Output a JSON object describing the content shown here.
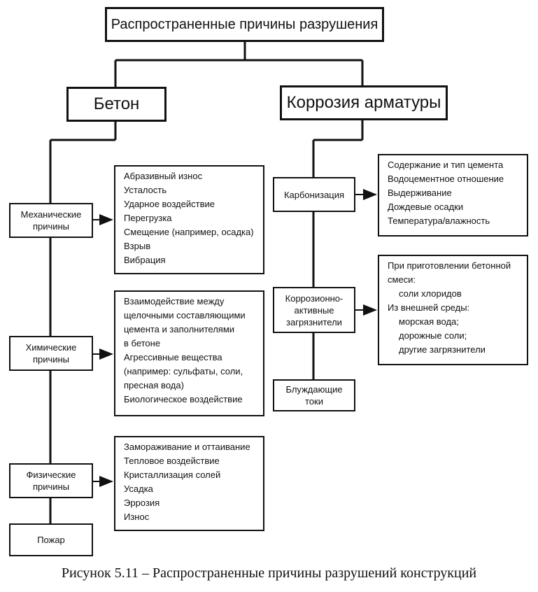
{
  "root": {
    "title": "Распространенные причины разрушения"
  },
  "concrete": {
    "title": "Бетон",
    "mechanical": {
      "label": "Механические\nпричины",
      "items": [
        "Абразивный износ",
        "Усталость",
        "Ударное воздействие",
        "Перегрузка",
        "Смещение (например, осадка)",
        "Взрыв",
        "Вибрация"
      ]
    },
    "chemical": {
      "label": "Химические\nпричины",
      "items": [
        "Взаимодействие между",
        "щелочными составляющими",
        "цемента и заполнителями",
        "в бетоне",
        "Агрессивные вещества",
        "(например: сульфаты, соли,",
        "пресная вода)",
        "Биологическое воздействие"
      ]
    },
    "physical": {
      "label": "Физические\nпричины",
      "items": [
        "Замораживание и оттаивание",
        "Тепловое воздействие",
        "Кристаллизация солей",
        "Усадка",
        "Эррозия",
        "Износ"
      ]
    },
    "fire": {
      "label": "Пожар"
    }
  },
  "corrosion": {
    "title": "Коррозия арматуры",
    "carbonation": {
      "label": "Карбонизация",
      "items": [
        "Содержание и тип цемента",
        "Водоцементное отношение",
        "Выдерживание",
        "Дождевые осадки",
        "Температура/влажность"
      ]
    },
    "pollutants": {
      "label": "Коррозионно-\nактивные\nзагрязнители",
      "items": [
        "При приготовлении бетонной",
        "смеси:",
        "соли хлоридов",
        "Из внешней среды:",
        "морская вода;",
        "дорожные соли;",
        "другие загрязнители"
      ]
    },
    "stray": {
      "label": "Блуждающие\nтоки"
    }
  },
  "caption": "Рисунок 5.11 – Распространенные причины разрушений конструкций"
}
